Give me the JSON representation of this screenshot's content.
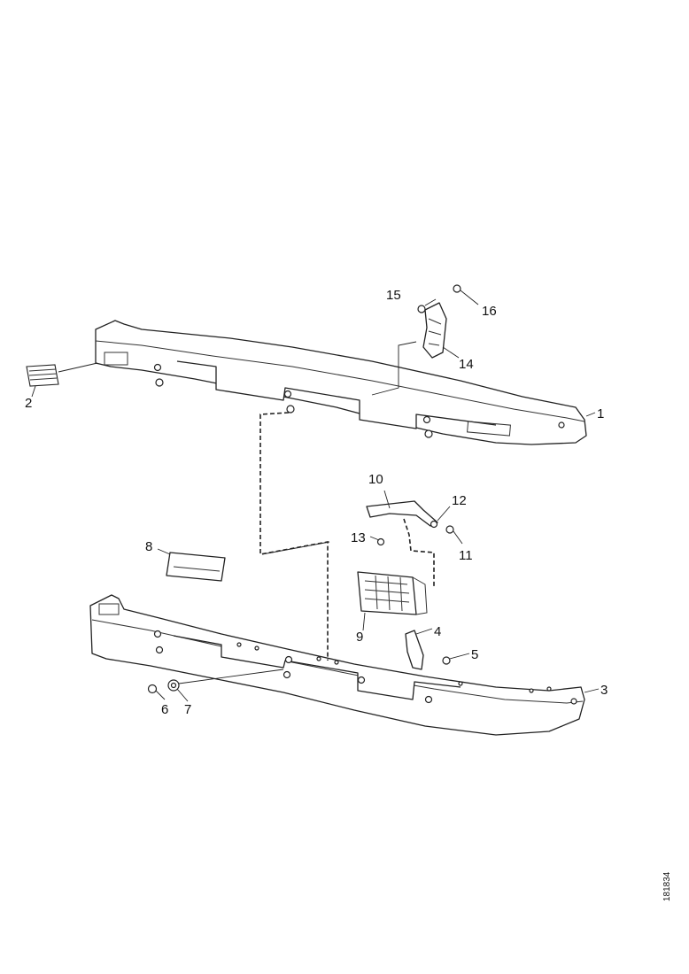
{
  "callouts": {
    "p1": "1",
    "p2": "2",
    "p3": "3",
    "p4": "4",
    "p5": "5",
    "p6": "6",
    "p7": "7",
    "p8": "8",
    "p9": "9",
    "p10": "10",
    "p11": "11",
    "p12": "12",
    "p13": "13",
    "p14": "14",
    "p15": "15",
    "p16": "16"
  },
  "ref_code": "181834"
}
